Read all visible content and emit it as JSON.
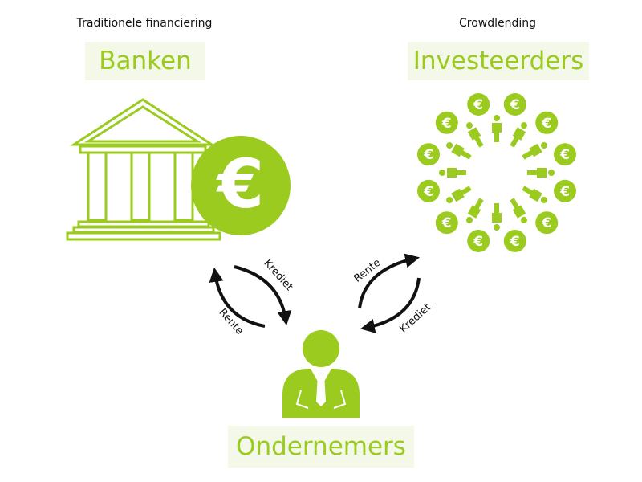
{
  "captions": {
    "left": "Traditionele financiering",
    "right": "Crowdlending"
  },
  "labels": {
    "banks": "Banken",
    "investors": "Investeerders",
    "entrepreneurs": "Ondernemers"
  },
  "arrows": {
    "bank_credit": "Krediet",
    "bank_interest": "Rente",
    "investor_interest": "Rente",
    "investor_credit": "Krediet"
  },
  "icons": {
    "currency_symbol": "€"
  },
  "colors": {
    "accent": "#9acb1e",
    "label_bg": "#f4f8e8",
    "text": "#111111"
  }
}
